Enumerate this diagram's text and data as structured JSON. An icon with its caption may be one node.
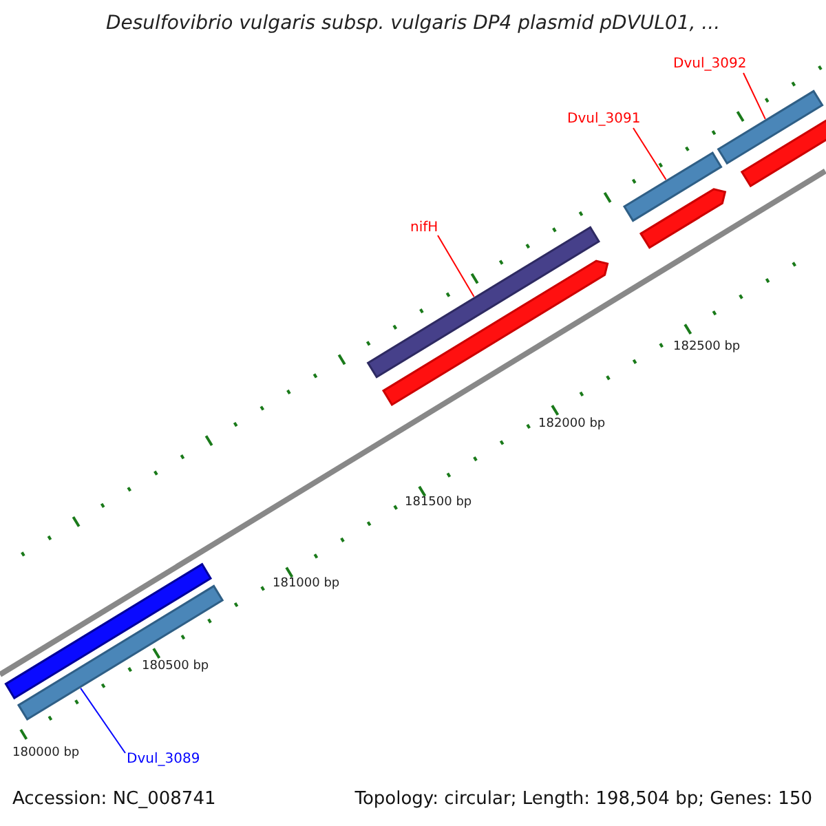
{
  "diagram": {
    "title": "Desulfovibrio vulgaris subsp. vulgaris DP4 plasmid pDVUL01, ...",
    "nodes": [
      {
        "text": [
          "Dvul_3092"
        ]
      },
      {
        "text": [],
        "shape": "bar"
      },
      {
        "text": [
          "Dvul_3091"
        ]
      },
      {
        "text": [],
        "shape": "bar"
      },
      {
        "text": [
          "nifH"
        ]
      },
      {
        "text": [],
        "shape": "bar"
      },
      {
        "text": [
          "Dvul_3089"
        ]
      },
      {
        "text": [],
        "shape": "bar"
      }
    ],
    "edges": [
      {
        "from": 0,
        "to": 1,
        "arrow": "none"
      },
      {
        "from": 2,
        "to": 3,
        "arrow": "none"
      },
      {
        "from": 4,
        "to": 5,
        "arrow": "none"
      },
      {
        "from": 6,
        "to": 7,
        "arrow": "none",
        "color": "#0000ff"
      }
    ],
    "labels": [
      "182500 bp",
      "182000 bp",
      "181500 bp",
      "181000 bp",
      "180500 bp",
      "180000 bp",
      "Accession: NC_008741",
      "Topology: circular; Length: 198,504 bp; Genes: 150"
    ]
  }
}
